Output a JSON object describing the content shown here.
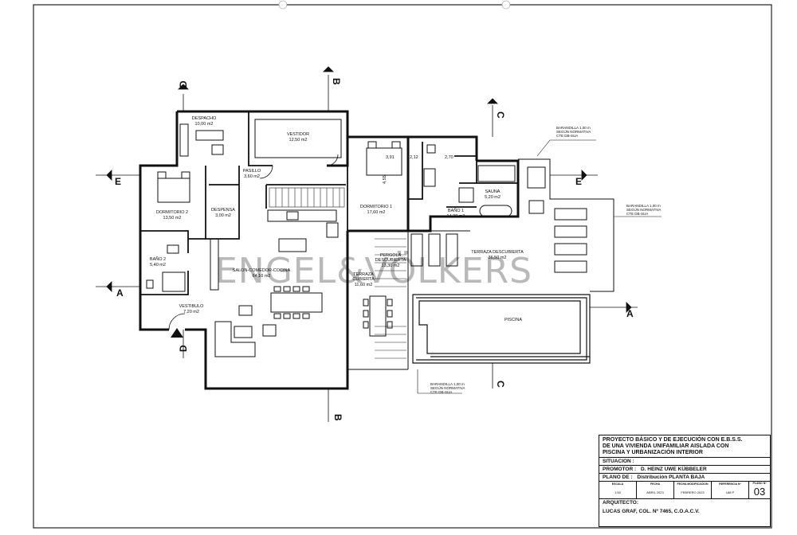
{
  "watermark": "ENGEL&VÖLKERS",
  "rooms": {
    "despacho": {
      "name": "DESPACHO",
      "area": "10,00 m2"
    },
    "vestidor": {
      "name": "VESTIDOR",
      "area": "12,50 m2"
    },
    "pasillo": {
      "name": "PASILLO",
      "area": "3,60 m2"
    },
    "dormitorio2": {
      "name": "DORMITORIO 2",
      "area": "13,50 m2"
    },
    "despensa": {
      "name": "DESPENSA",
      "area": "3,00 m2"
    },
    "bano2": {
      "name": "BAÑO 2",
      "area": "5,40 m2"
    },
    "salon": {
      "name": "SALON-COMEDOR-COCINA",
      "area": "64,10 m2"
    },
    "vestibulo": {
      "name": "VESTIBULO",
      "area": "7,20 m2"
    },
    "dormitorio1": {
      "name": "DORMITORIO 1",
      "area": "17,60 m2"
    },
    "bano1": {
      "name": "BAÑO 1",
      "area": "14,20 m2"
    },
    "sauna": {
      "name": "SAUNA",
      "area": "5,20 m2"
    },
    "pergola": {
      "name1": "PERGOLA",
      "name2": "DESCUBIERTA",
      "area": "13,30 m2"
    },
    "terraza_cub": {
      "name1": "TERRAZA",
      "name2": "CUBIERTA",
      "area": "11,60 m2"
    },
    "terraza_desc": {
      "name": "TERRAZA DESCUBIERTA",
      "area": "36,50 m2"
    },
    "piscina": {
      "name": "PISCINA"
    }
  },
  "dims": [
    "3,91",
    "2,12",
    "2,70",
    "4,55"
  ],
  "sections": {
    "a": "A",
    "b": "B",
    "c": "C",
    "d": "D",
    "e": "E"
  },
  "notes": {
    "barandilla": [
      "BARANDILLA 1,00 m",
      "SEGÚN NORMATIVA",
      "CTE DB-SUA"
    ]
  },
  "titleblock": {
    "project": [
      "PROYECTO BÁSICO Y DE EJECUCIÓN CON E.B.S.S.",
      "DE UNA VIVIENDA UNIFAMILIAR AISLADA CON",
      "PISCINA Y URBANIZACIÓN INTERIOR"
    ],
    "situacion_label": "SITUACION :",
    "promotor_label": "PROMOTOR :",
    "promotor_value": "D. HEINZ UWE KÜBBELER",
    "plano_label": "PLANO DE :",
    "plano_value": "Distribución PLANTA BAJA",
    "cells": [
      {
        "h": "ESCALA",
        "v": "1:50"
      },
      {
        "h": "FECHA",
        "v": "ABRIL 2023"
      },
      {
        "h": "FECHA MODIFICACION",
        "v": "FEBRERO 2023"
      },
      {
        "h": "REFERENCIA Nº",
        "v": "188 P"
      }
    ],
    "plano_no_label": "PLANO Nº",
    "plano_no": "03",
    "arquitecto_label": "ARQUITECTO:",
    "arquitecto_value": "LUCAS GRAF, COL. Nº 7465, C.O.A.C.V."
  }
}
